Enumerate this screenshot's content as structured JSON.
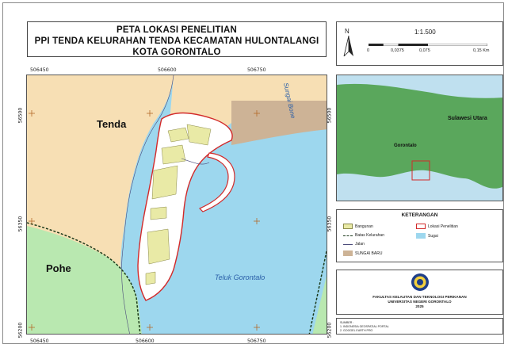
{
  "title": {
    "line1": "PETA LOKASI PENELITIAN",
    "line2": "PPI TENDA  KELURAHAN TENDA KECAMATAN HULONTALANGI",
    "line3": "KOTA GORONTALO"
  },
  "coords": {
    "top": [
      "506450",
      "506600",
      "506750"
    ],
    "bottom": [
      "506450",
      "506600",
      "506750"
    ],
    "left": [
      "56500",
      "56350",
      "56200"
    ],
    "right": [
      "56500",
      "56350",
      "56200"
    ]
  },
  "map_labels": {
    "tenda": "Tenda",
    "pohe": "Pohe",
    "teluk": "Teluk Gorontalo",
    "sungai": "Sungai Bone"
  },
  "scale": {
    "north": "N",
    "ratio": "1:1.500",
    "ticks": [
      "0",
      "0,0375",
      "0,075",
      "0,15 Km"
    ]
  },
  "inset": {
    "region": "Sulawesi Utara",
    "city": "Gorontalo"
  },
  "legend": {
    "title": "KETERANGAN",
    "items": [
      {
        "label": "Bangunan"
      },
      {
        "label": "Lokasi Penelitian"
      },
      {
        "label": "Batas Kelurahan"
      },
      {
        "label": "Sugai"
      },
      {
        "label": "Jalan"
      },
      {
        "label": "SUNGAI BARU"
      }
    ]
  },
  "faculty": {
    "line1": "FAKULTAS KELAUTAN DAN TEKNOLOGI PERIKANAN",
    "line2": "UNIVERSITAS NEGERI GORONTALO",
    "line3": "2025"
  },
  "source": {
    "title": "SUMBER :",
    "line1": "1. INDONESIA GEOSPATIAL PORTAL",
    "line2": "2. GOOGEL EARTH PRO"
  },
  "colors": {
    "land": "#f7dfb4",
    "water": "#9dd7ee",
    "pohe": "#b9e8b0",
    "river": "#cdb396",
    "building": "#e9eaa6",
    "research": "#d22a2a",
    "inset_land": "#5aa75c",
    "inset_water": "#bfe0ef"
  }
}
